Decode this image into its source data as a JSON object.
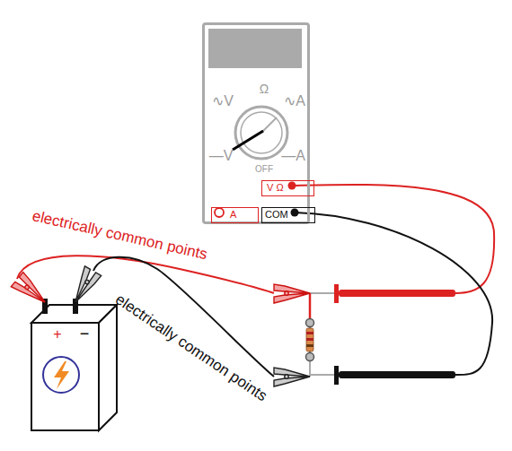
{
  "diagram": {
    "nodes": [
      {
        "text": [
          "∿V",
          "Ω",
          "∿A",
          "—V",
          "—A",
          "OFF"
        ]
      },
      {
        "text": [
          "V Ω"
        ],
        "in": 0
      },
      {
        "text": [
          "A"
        ],
        "in": 0
      },
      {
        "text": [
          "COM"
        ],
        "in": 0
      }
    ],
    "labels": [
      "electrically common points",
      "electrically common points",
      "+",
      "−"
    ]
  }
}
